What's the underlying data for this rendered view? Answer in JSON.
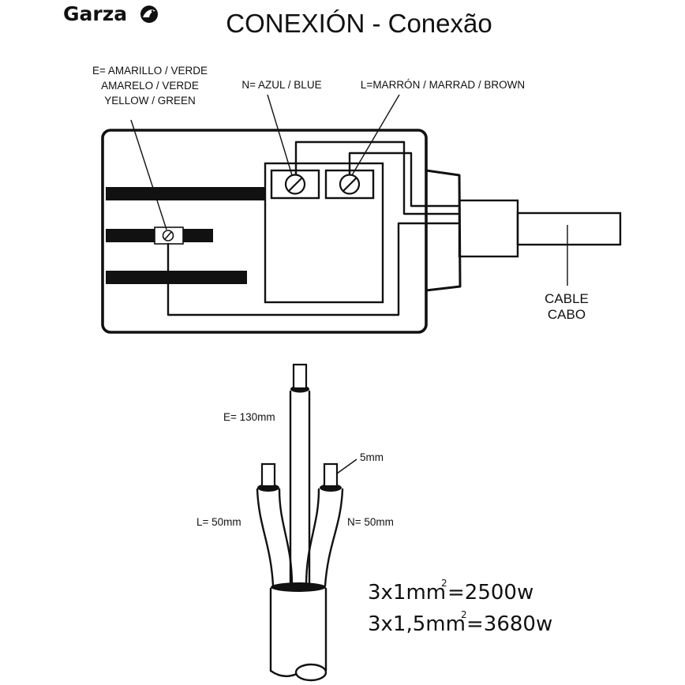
{
  "header": {
    "brand": "Garza",
    "title": "CONEXIÓN - Conexão"
  },
  "plug_diagram": {
    "earth_label_lines": [
      "E= AMARILLO / VERDE",
      "AMARELO / VERDE",
      "YELLOW / GREEN"
    ],
    "neutral_label": "N= AZUL / BLUE",
    "live_label": "L=MARRÓN / MARRAD / BROWN",
    "cable_label_lines": [
      "CABLE",
      "CABO"
    ]
  },
  "wire_diagram": {
    "earth_length": "E= 130mm",
    "strip_length": "5mm",
    "live_length": "L= 50mm",
    "neutral_length": "N= 50mm"
  },
  "ratings": [
    {
      "base": "3x1mm",
      "exponent": "2",
      "value": "=2500w"
    },
    {
      "base": "3x1,5mm",
      "exponent": "2",
      "value": "=3680w"
    }
  ]
}
